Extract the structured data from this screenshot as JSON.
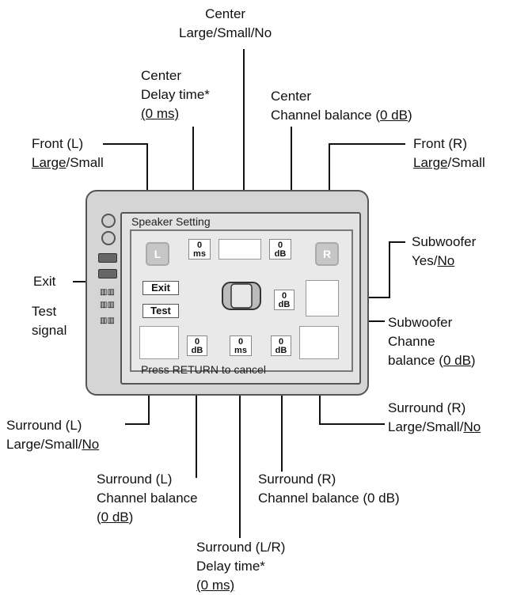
{
  "callouts": {
    "center_size": {
      "line1": "Center",
      "line2": "Large/Small/No"
    },
    "center_delay": {
      "line1": "Center",
      "line2": "Delay time*",
      "line3": "(0 ms)"
    },
    "center_balance": {
      "line1": "Center",
      "line2": "Channel balance (",
      "line2_u": "0 dB",
      "line2_end": ")"
    },
    "front_l": {
      "line1": "Front (L)",
      "line2_u": "Large",
      "line2_end": "/Small"
    },
    "front_r": {
      "line1": "Front (R)",
      "line2_u": "Large",
      "line2_end": "/Small"
    },
    "subwoofer": {
      "line1": "Subwoofer",
      "line2": "Yes/",
      "line2_u": "No"
    },
    "exit": {
      "line1": "Exit"
    },
    "test_signal": {
      "line1": "Test",
      "line2": "signal"
    },
    "sub_balance": {
      "line1": "Subwoofer",
      "line2": "Channe",
      "line3": "balance (",
      "line3_u": "0 dB",
      "line3_end": ")"
    },
    "surround_l": {
      "line1": "Surround (L)",
      "line2": "Large/Small/",
      "line2_u": "No"
    },
    "surround_r": {
      "line1": "Surround (R)",
      "line2": "Large/Small/",
      "line2_u": "No"
    },
    "sl_balance": {
      "line1": "Surround (L)",
      "line2": "Channel balance",
      "line3": "(",
      "line3_u": "0 dB",
      "line3_end": ")"
    },
    "sr_balance": {
      "line1": "Surround (R)",
      "line2": "Channel balance (0 dB)"
    },
    "slr_delay": {
      "line1": "Surround (L/R)",
      "line2": "Delay time*",
      "line3_u": "(0 ms)"
    }
  },
  "screen": {
    "title": "Speaker Setting",
    "footer": "Press RETURN to cancel",
    "front_l_letter": "L",
    "front_r_letter": "R",
    "center_delay": {
      "value": "0",
      "unit": "ms"
    },
    "center_balance": {
      "value": "0",
      "unit": "dB"
    },
    "sub_balance": {
      "value": "0",
      "unit": "dB"
    },
    "sl_balance": {
      "value": "0",
      "unit": "dB"
    },
    "slr_delay": {
      "value": "0",
      "unit": "ms"
    },
    "sr_balance": {
      "value": "0",
      "unit": "dB"
    },
    "exit_button": "Exit",
    "test_button": "Test"
  }
}
